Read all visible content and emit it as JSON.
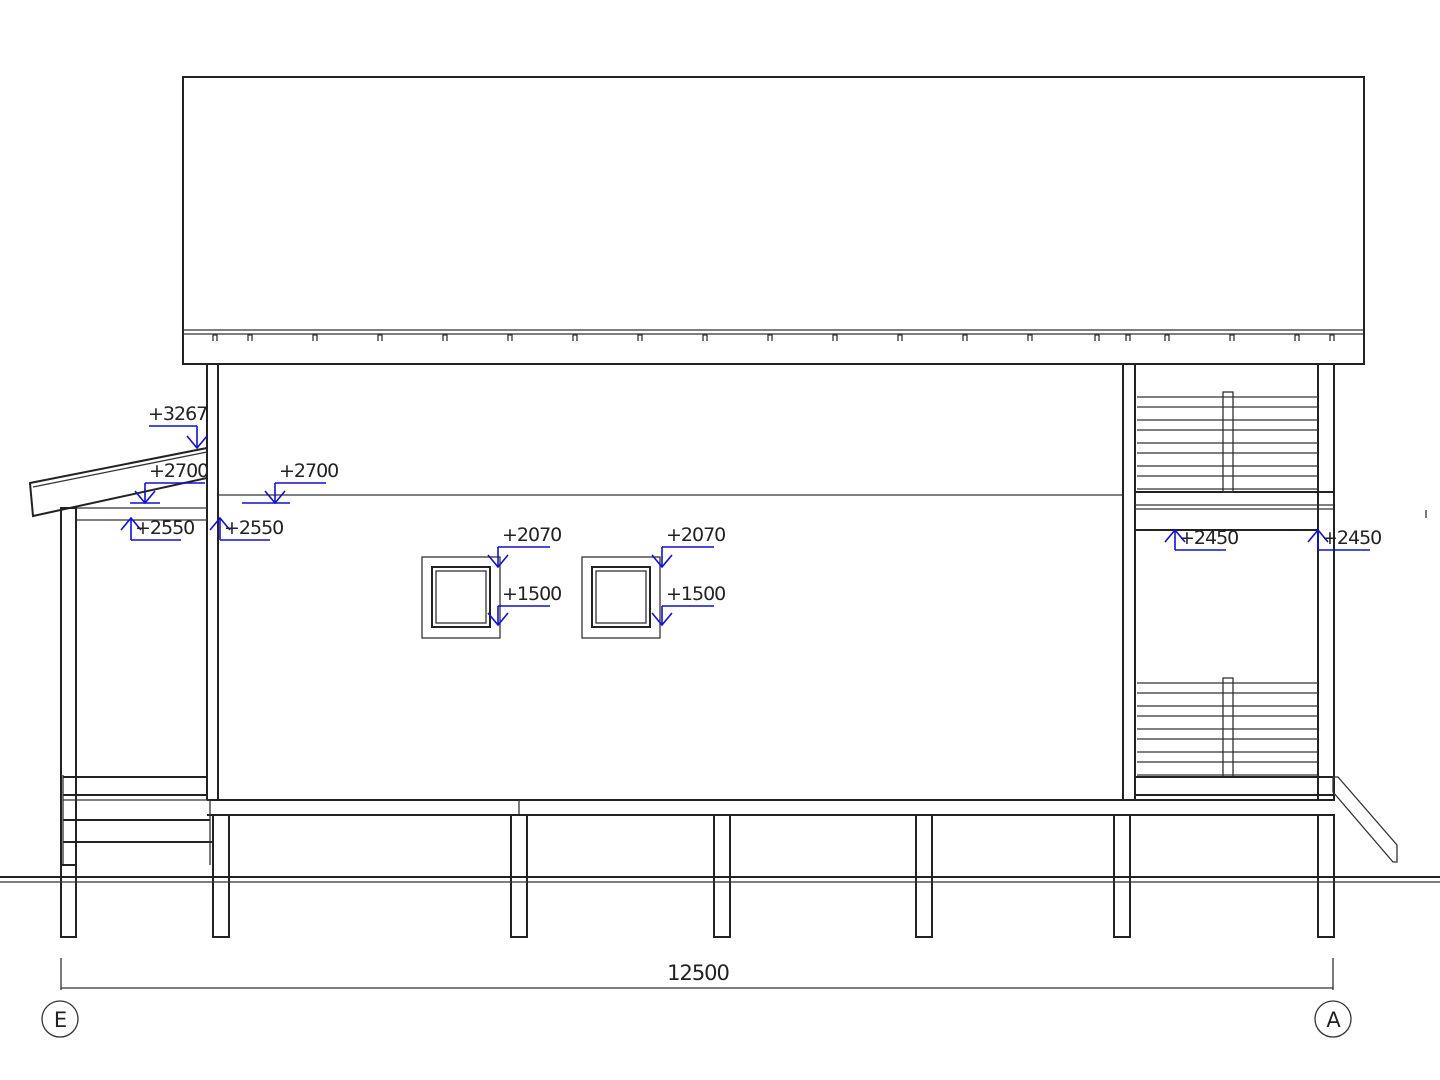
{
  "drawing": {
    "type": "building side elevation",
    "overall_dimension": "12500",
    "axis_left": "E",
    "axis_right": "A",
    "levels": [
      "+3267",
      "+2700",
      "+2700",
      "+2550",
      "+2550",
      "+2070",
      "+1500",
      "+2070",
      "+1500",
      "+2450",
      "+2450"
    ],
    "colors": {
      "lines": "#222222",
      "level_marks": "#1010d0",
      "background": "#ffffff"
    }
  }
}
